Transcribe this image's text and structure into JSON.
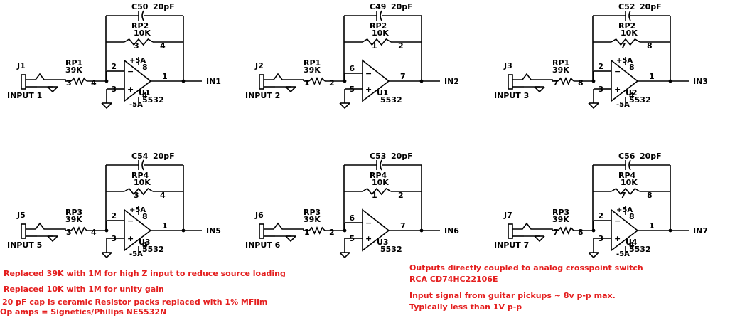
{
  "stages": [
    {
      "jack": "J1",
      "input": "INPUT 1",
      "rin": "RP1",
      "rin_val": "39K",
      "rin_pins": [
        "3",
        "4"
      ],
      "cap": "C50",
      "cap_val": "20pF",
      "rf": "RP2",
      "rf_val": "10K",
      "rf_pins": [
        "3",
        "4"
      ],
      "op_pins": [
        "2",
        "3",
        "1"
      ],
      "opamp": "U1",
      "part": "5532",
      "out": "IN1",
      "supply": true
    },
    {
      "jack": "J2",
      "input": "INPUT 2",
      "rin": "RP1",
      "rin_val": "39K",
      "rin_pins": [
        "1",
        "2"
      ],
      "cap": "C49",
      "cap_val": "20pF",
      "rf": "RP2",
      "rf_val": "10K",
      "rf_pins": [
        "1",
        "2"
      ],
      "op_pins": [
        "6",
        "5",
        "7"
      ],
      "opamp": "U1",
      "part": "5532",
      "out": "IN2",
      "supply": false
    },
    {
      "jack": "J3",
      "input": "INPUT 3",
      "rin": "RP1",
      "rin_val": "39K",
      "rin_pins": [
        "7",
        "8"
      ],
      "cap": "C52",
      "cap_val": "20pF",
      "rf": "RP2",
      "rf_val": "10K",
      "rf_pins": [
        "7",
        "8"
      ],
      "op_pins": [
        "2",
        "3",
        "1"
      ],
      "opamp": "U2",
      "part": "5532",
      "out": "IN3",
      "supply": true
    },
    {
      "jack": "J5",
      "input": "INPUT 5",
      "rin": "RP3",
      "rin_val": "39K",
      "rin_pins": [
        "3",
        "4"
      ],
      "cap": "C54",
      "cap_val": "20pF",
      "rf": "RP4",
      "rf_val": "10K",
      "rf_pins": [
        "3",
        "4"
      ],
      "op_pins": [
        "2",
        "3",
        "1"
      ],
      "opamp": "U3",
      "part": "5532",
      "out": "IN5",
      "supply": true
    },
    {
      "jack": "J6",
      "input": "INPUT 6",
      "rin": "RP3",
      "rin_val": "39K",
      "rin_pins": [
        "1",
        "2"
      ],
      "cap": "C53",
      "cap_val": "20pF",
      "rf": "RP4",
      "rf_val": "10K",
      "rf_pins": [
        "1",
        "2"
      ],
      "op_pins": [
        "6",
        "5",
        "7"
      ],
      "opamp": "U3",
      "part": "5532",
      "out": "IN6",
      "supply": false
    },
    {
      "jack": "J7",
      "input": "INPUT 7",
      "rin": "RP3",
      "rin_val": "39K",
      "rin_pins": [
        "7",
        "8"
      ],
      "cap": "C56",
      "cap_val": "20pF",
      "rf": "RP4",
      "rf_val": "10K",
      "rf_pins": [
        "7",
        "8"
      ],
      "op_pins": [
        "2",
        "3",
        "1"
      ],
      "opamp": "U4",
      "part": "5532",
      "out": "IN7",
      "supply": true
    }
  ],
  "supply": {
    "pos": "+5A",
    "neg": "-5A",
    "pin_pos": "8",
    "pin_neg": "4"
  },
  "notes": {
    "n1": "Replaced 39K with 1M for high Z input to reduce source loading",
    "n2": "Replaced 10K with 1M for unity gain",
    "n3": "20 pF cap is ceramic  Resistor packs replaced with 1% MFilm",
    "n4": "Op amps = Signetics/Philips NE5532N",
    "n5": "Outputs directly coupled to analog crosspoint switch",
    "n6": "RCA CD74HC22106E",
    "n7": "Input signal from guitar pickups ~ 8v p-p max.",
    "n8": "Typically less than 1V p-p"
  },
  "colors": {
    "ink": "#000000",
    "note": "#e41e1e",
    "background": "#ffffff"
  }
}
